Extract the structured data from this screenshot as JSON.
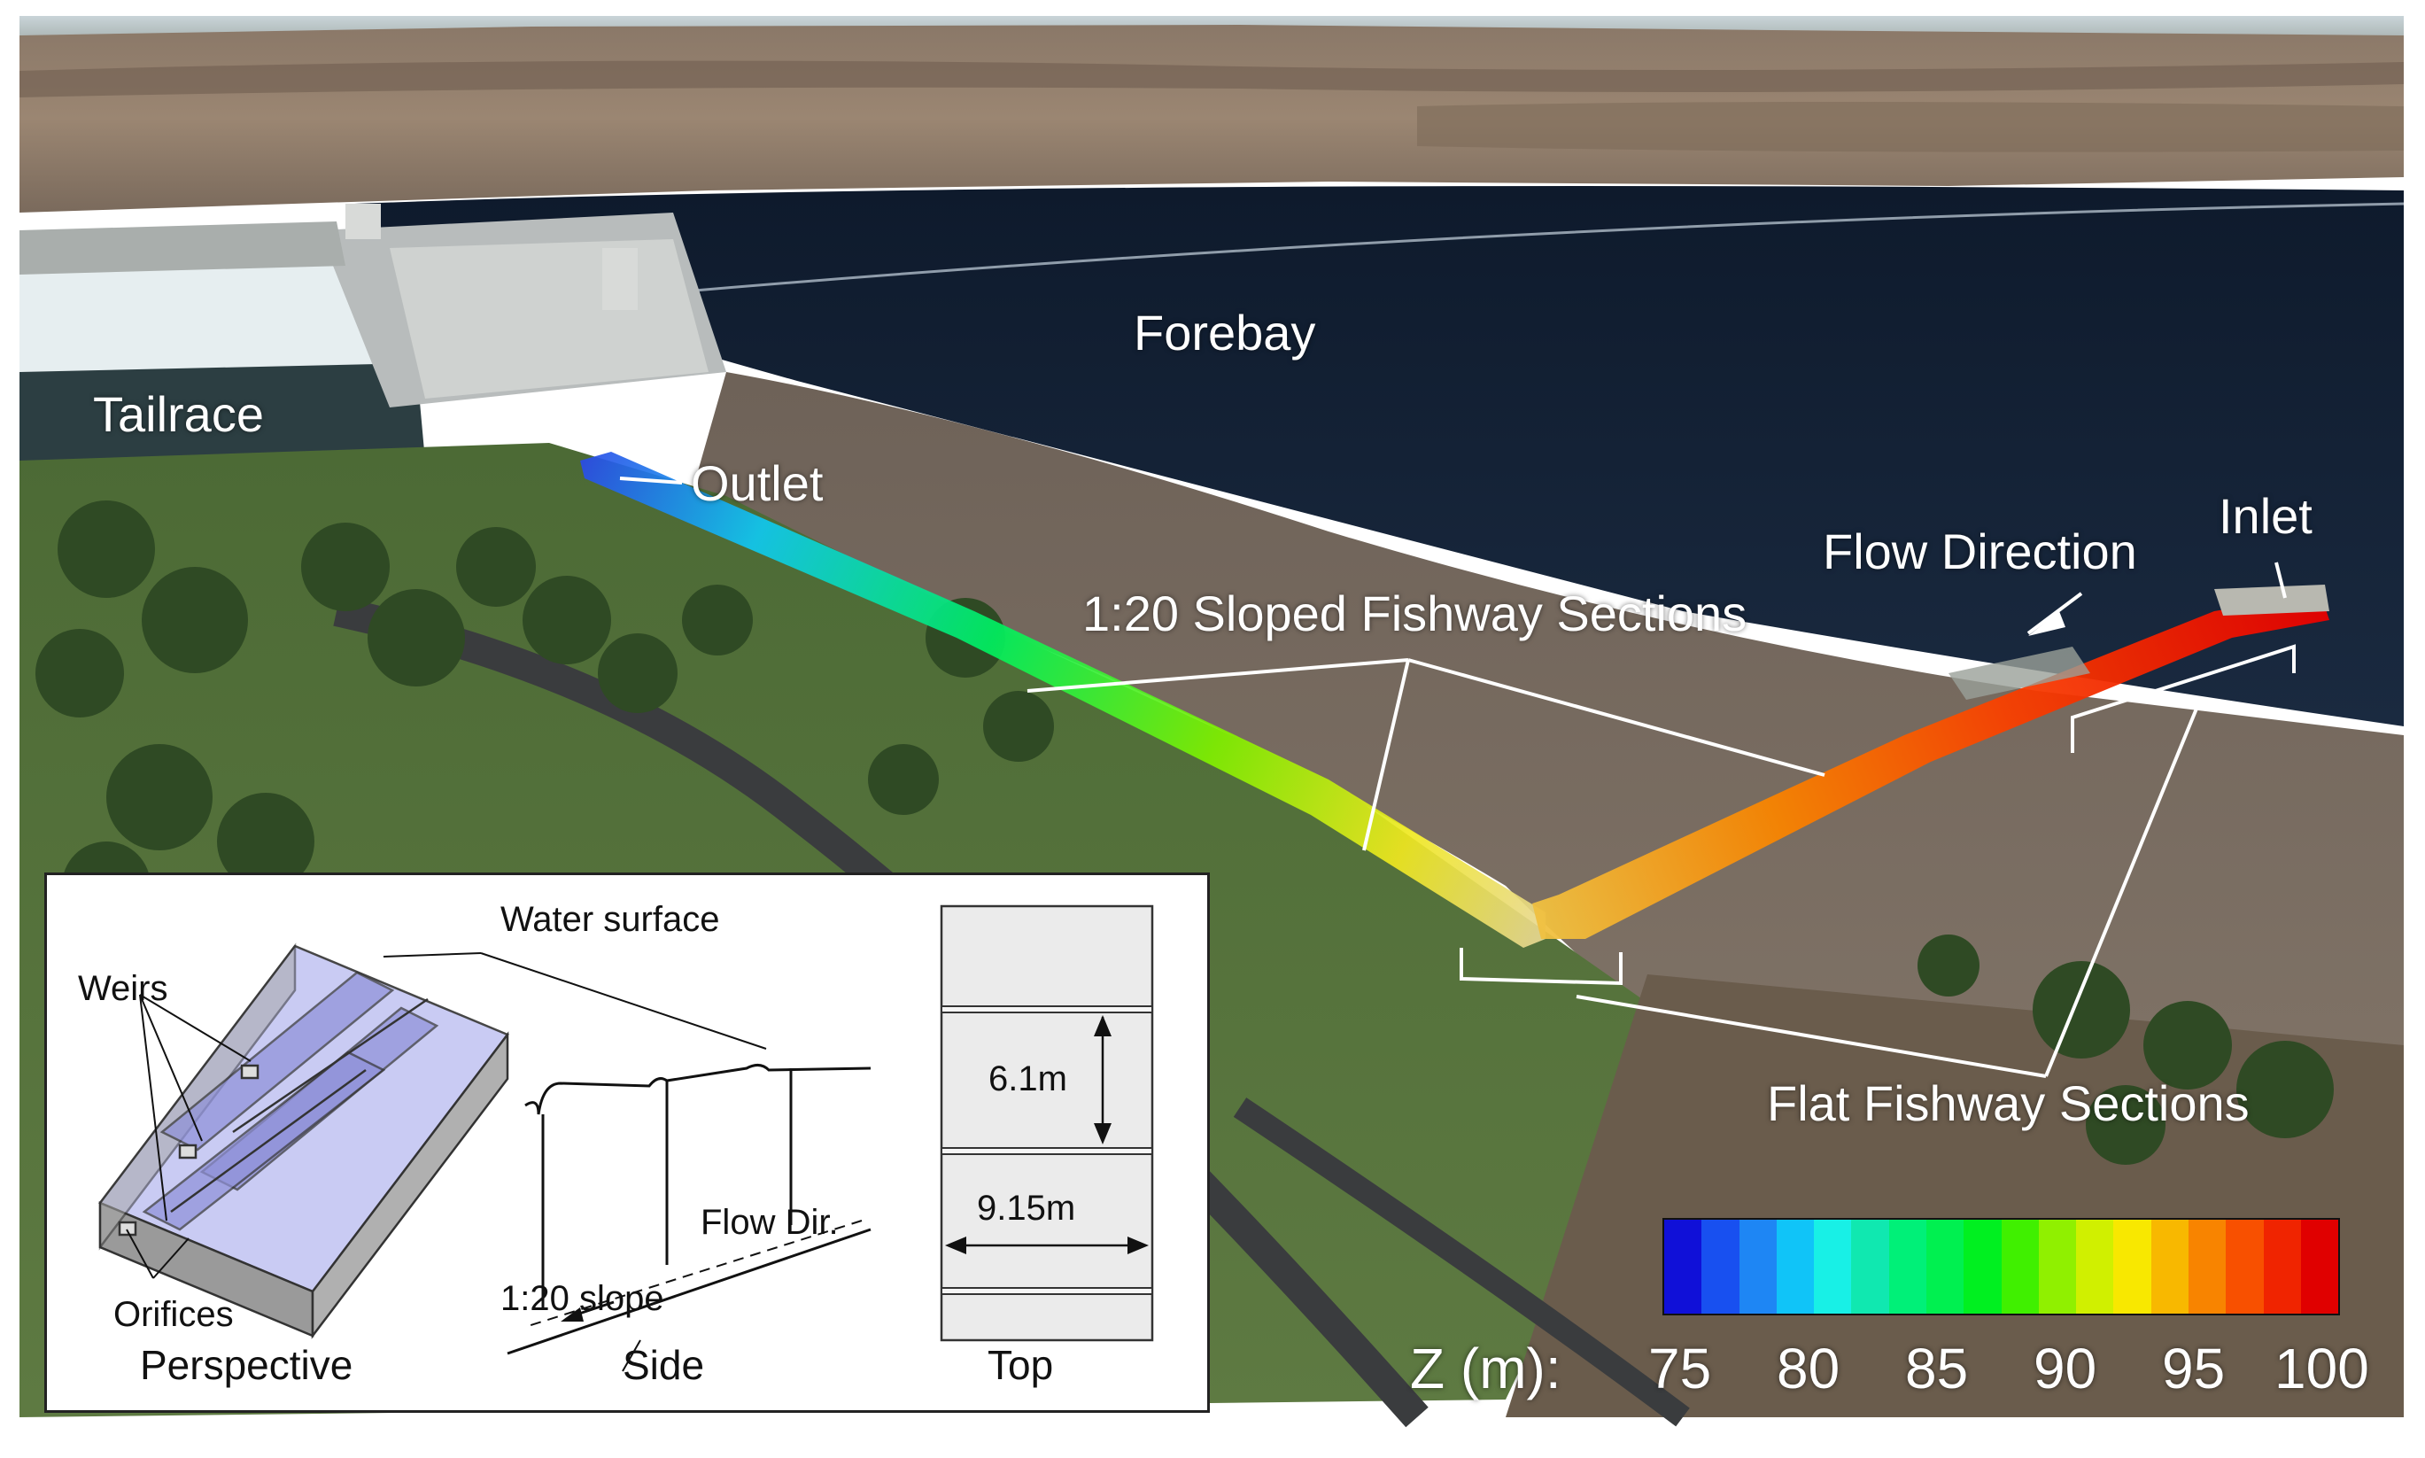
{
  "labels": {
    "forebay": "Forebay",
    "tailrace": "Tailrace",
    "outlet": "Outlet",
    "inlet": "Inlet",
    "flow_direction": "Flow Direction",
    "sloped_sections": "1:20 Sloped Fishway Sections",
    "flat_sections": "Flat Fishway Sections"
  },
  "inset": {
    "water_surface": "Water surface",
    "weirs": "Weirs",
    "orifices": "Orifices",
    "flow_dir": "Flow Dir.",
    "slope": "1:20 slope",
    "pool_length": "6.1m",
    "pool_width": "9.15m",
    "views": [
      "Perspective",
      "Side",
      "Top"
    ]
  },
  "colorbar": {
    "label": "Z (m):",
    "ticks": [
      "75",
      "80",
      "85",
      "90",
      "95",
      "100"
    ],
    "min": 75,
    "max": 100,
    "colors": [
      "#1010d8",
      "#1850f0",
      "#1e86f4",
      "#10c4f8",
      "#18f0e6",
      "#10e8b0",
      "#00f078",
      "#00f050",
      "#00f020",
      "#40f000",
      "#90f000",
      "#d0f000",
      "#f8e800",
      "#f8b800",
      "#f88400",
      "#f85000",
      "#f02400",
      "#e00000"
    ]
  }
}
